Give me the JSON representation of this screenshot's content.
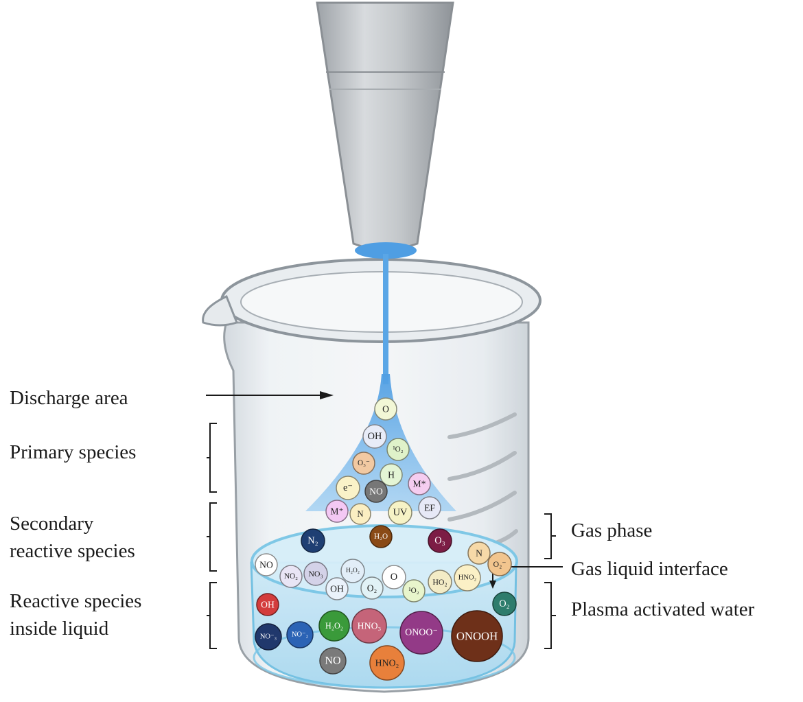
{
  "labels": {
    "discharge_area": "Discharge area",
    "primary_species": "Primary species",
    "secondary_line1": "Secondary",
    "secondary_line2": "reactive species",
    "inside_line1": "Reactive species",
    "inside_line2": "inside liquid",
    "gas_phase": "Gas phase",
    "gas_liquid_interface": "Gas liquid interface",
    "plasma_activated_water": "Plasma activated water"
  },
  "colors": {
    "plasma_blue": "#5aa6e6",
    "liquid_blue": "#bfe2f3",
    "liquid_rim": "#78c4e4",
    "glass": "#e3e8ec",
    "glass_edge": "#8d959c",
    "electrode": "#b9bdc1"
  },
  "species": {
    "primary": [
      {
        "label": "O",
        "color": "#f2f7d6"
      },
      {
        "label": "OH",
        "color": "#e8ecf8"
      },
      {
        "label": "¹O₂",
        "color": "#dff2c9"
      },
      {
        "label": "O₃⁻",
        "color": "#f2c9a2"
      },
      {
        "label": "H",
        "color": "#e4f5d5"
      },
      {
        "label": "e⁻",
        "color": "#faf2c8"
      },
      {
        "label": "NO",
        "color": "#777777"
      },
      {
        "label": "M*",
        "color": "#f5cdf0"
      },
      {
        "label": "M⁺",
        "color": "#f4c8f4"
      },
      {
        "label": "N",
        "color": "#fbeec2"
      },
      {
        "label": "UV",
        "color": "#f6f3c6"
      },
      {
        "label": "EF",
        "color": "#e7e9f7"
      }
    ],
    "secondary": [
      {
        "label": "N₂",
        "color": "#1f3f73"
      },
      {
        "label": "H₂O",
        "color": "#8a4a16"
      },
      {
        "label": "O₃",
        "color": "#7c1d45"
      },
      {
        "label": "N",
        "color": "#f6d9a8"
      },
      {
        "label": "O₂⁻",
        "color": "#f2c58e"
      },
      {
        "label": "NO",
        "color": "#ffffff"
      },
      {
        "label": "NO₂",
        "color": "#e9e5f5"
      },
      {
        "label": "NO₃",
        "color": "#d4d2e8"
      },
      {
        "label": "H₂O₂",
        "color": "#e2eef8"
      },
      {
        "label": "O",
        "color": "#ffffff"
      },
      {
        "label": "HNO₂",
        "color": "#fbf0c6"
      },
      {
        "label": "OH",
        "color": "#eaf2fb"
      },
      {
        "label": "O₂",
        "color": "#e1f2f6"
      },
      {
        "label": "¹O₂",
        "color": "#e8f5cc"
      },
      {
        "label": "HO₂",
        "color": "#f3ecc6"
      }
    ],
    "liquid": [
      {
        "label": "OH",
        "color": "#d33c3c"
      },
      {
        "label": "O₂",
        "color": "#2e7c6c"
      },
      {
        "label": "NO⁻₃",
        "color": "#20386c"
      },
      {
        "label": "NO⁻₂",
        "color": "#2b63b5"
      },
      {
        "label": "H₂O₂",
        "color": "#3a9a3a"
      },
      {
        "label": "HNO₃",
        "color": "#c56479"
      },
      {
        "label": "ONOO⁻",
        "color": "#933a87"
      },
      {
        "label": "ONOOH",
        "color": "#6e3019"
      },
      {
        "label": "NO",
        "color": "#7a7a7a"
      },
      {
        "label": "HNO₂",
        "color": "#e8803b"
      }
    ]
  }
}
